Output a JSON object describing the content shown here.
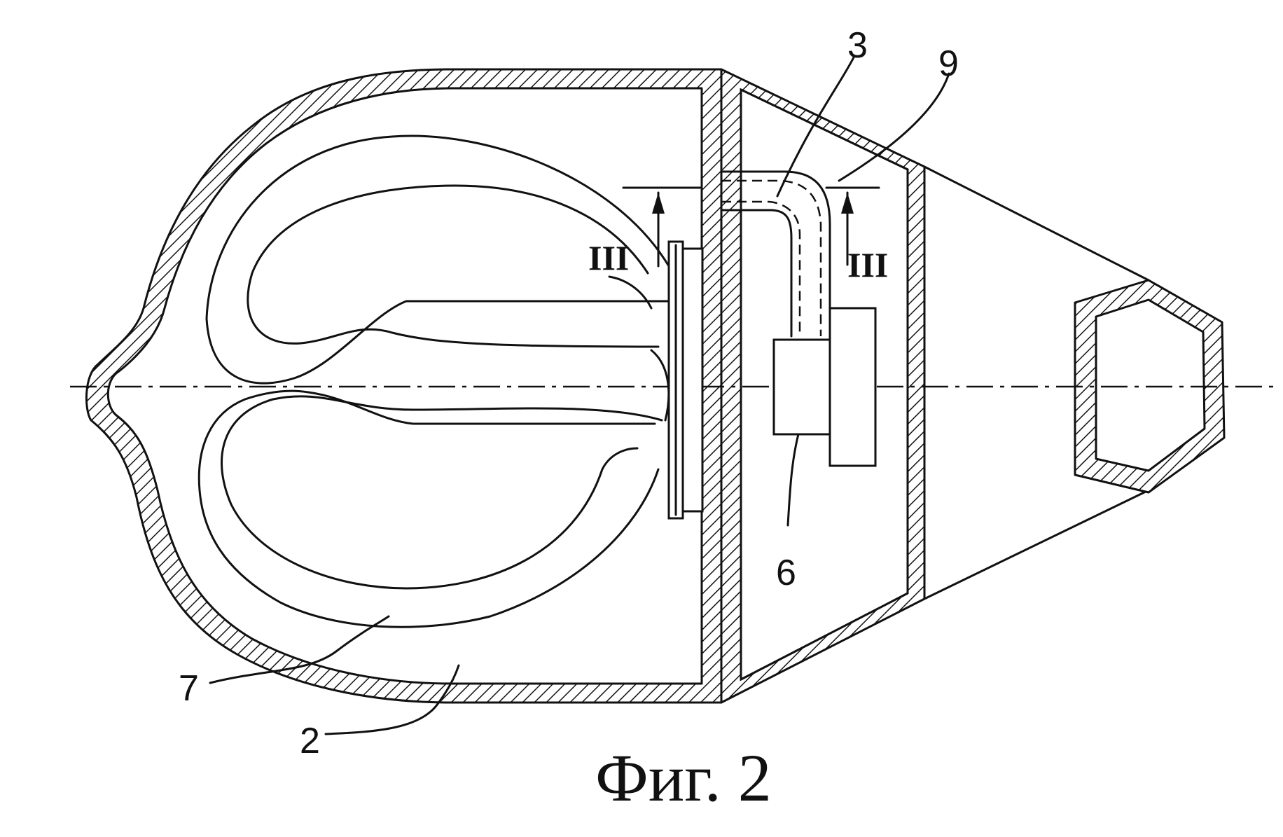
{
  "figure": {
    "caption": "Фиг. 2",
    "section_mark": "III",
    "labels": {
      "l3": "3",
      "l9": "9",
      "l6": "6",
      "l7": "7",
      "l2": "2"
    }
  }
}
